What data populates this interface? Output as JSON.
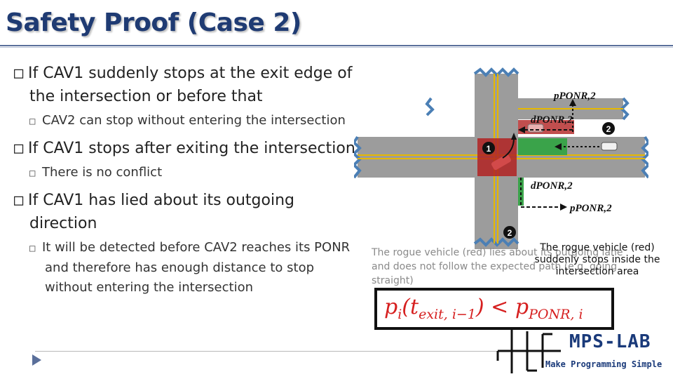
{
  "slide": {
    "title": "Safety Proof (Case 2)",
    "bullets": [
      {
        "marker": "□",
        "text": "If CAV1 suddenly stops at the exit edge of the intersection or before that",
        "sub": [
          {
            "marker": "□",
            "text": "CAV2 can stop without entering the intersection"
          }
        ]
      },
      {
        "marker": "□",
        "text": "If CAV1 stops after exiting the intersection",
        "sub": [
          {
            "marker": "□",
            "text": "There is no conflict"
          }
        ]
      },
      {
        "marker": "□",
        "text": "If CAV1 has lied about its outgoing direction",
        "sub": [
          {
            "marker": "□",
            "text": "It will be detected before CAV2 reaches its PONR and therefore has enough distance to stop without entering the intersection"
          }
        ]
      }
    ]
  },
  "diagram": {
    "labels": {
      "p_ponr2_top": "pPONR,2",
      "d_ponr2_top": "dPONR,2",
      "d_ponr2_bottom": "dPONR,2",
      "p_ponr2_bottom": "pPONR,2",
      "vehicle1": "1",
      "vehicle2": "2",
      "vehicle_partial": "2"
    },
    "colors": {
      "road": "#9c9c9c",
      "lane_line": "#e6b800",
      "conflict_red": "#b22222",
      "green_zone": "#3aa34a",
      "edge": "#4b7fb5"
    }
  },
  "captions": {
    "grey": "The rogue vehicle (red) lies about its outgoing lane and does not follow the expected path (e.g. going straight)",
    "rogue": "The rogue vehicle (red) suddenly stops inside the intersection area"
  },
  "formula": {
    "p": "p",
    "p_sub": "i",
    "open": "(",
    "t": "t",
    "t_sub": "exit, i−1",
    "close": ")",
    "op": " < ",
    "rhs": "p",
    "rhs_sub": "PONR, i"
  },
  "logo": {
    "name": "MPS-LAB",
    "tagline": "Make Programming Simple"
  }
}
